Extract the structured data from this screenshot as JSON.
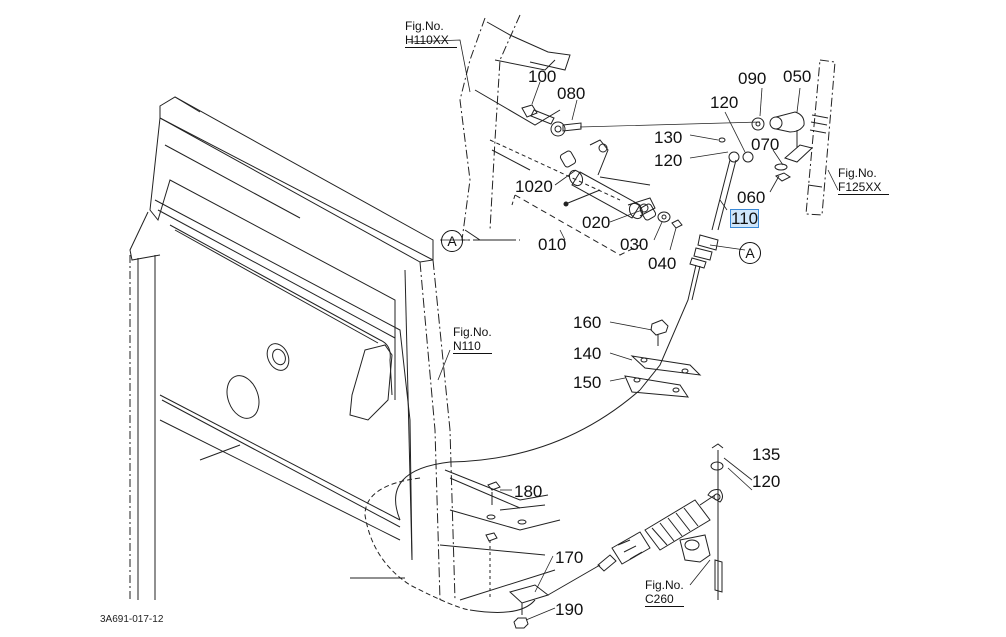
{
  "diagram": {
    "title_code": "3A691-017-12",
    "highlight_color": "#cfe6fb",
    "highlighted_part": "110",
    "figure_refs": [
      {
        "id": "h110",
        "label": "Fig.No.",
        "code": "H110XX"
      },
      {
        "id": "f125",
        "label": "Fig.No.",
        "code": "F125XX"
      },
      {
        "id": "n110",
        "label": "Fig.No.",
        "code": "N110"
      },
      {
        "id": "c260",
        "label": "Fig.No.",
        "code": "C260"
      }
    ],
    "connectors": [
      {
        "id": "a1",
        "label": "A"
      },
      {
        "id": "a2",
        "label": "A"
      }
    ],
    "parts": [
      {
        "id": "p100",
        "number": "100"
      },
      {
        "id": "p080",
        "number": "080"
      },
      {
        "id": "p090",
        "number": "090"
      },
      {
        "id": "p050",
        "number": "050"
      },
      {
        "id": "p120a",
        "number": "120"
      },
      {
        "id": "p130",
        "number": "130"
      },
      {
        "id": "p120b",
        "number": "120"
      },
      {
        "id": "p070",
        "number": "070"
      },
      {
        "id": "p060",
        "number": "060"
      },
      {
        "id": "p110",
        "number": "110"
      },
      {
        "id": "p1020",
        "number": "1020"
      },
      {
        "id": "p020",
        "number": "020"
      },
      {
        "id": "p010",
        "number": "010"
      },
      {
        "id": "p030",
        "number": "030"
      },
      {
        "id": "p040",
        "number": "040"
      },
      {
        "id": "p160",
        "number": "160"
      },
      {
        "id": "p140",
        "number": "140"
      },
      {
        "id": "p150",
        "number": "150"
      },
      {
        "id": "p135",
        "number": "135"
      },
      {
        "id": "p120c",
        "number": "120"
      },
      {
        "id": "p180",
        "number": "180"
      },
      {
        "id": "p170",
        "number": "170"
      },
      {
        "id": "p190",
        "number": "190"
      }
    ]
  }
}
